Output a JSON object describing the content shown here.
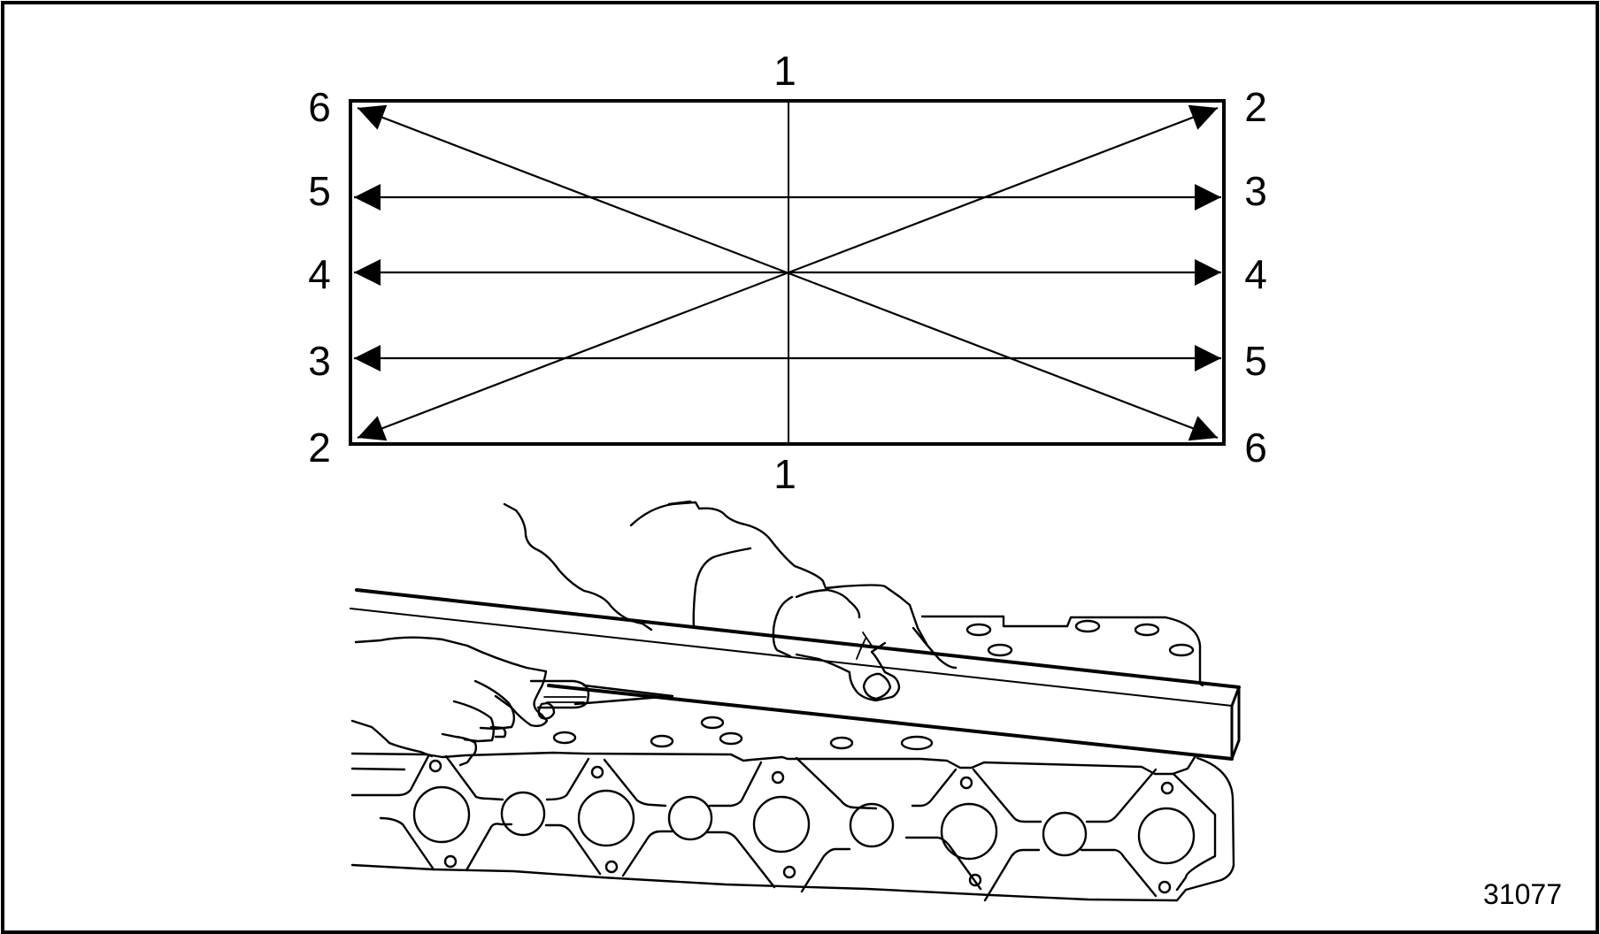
{
  "figure": {
    "number": "31077",
    "description": "Cylinder head flatness check pattern with straightedge and feeler gauge"
  },
  "pattern": {
    "top_label": "1",
    "bottom_label": "1",
    "left_labels": [
      "6",
      "5",
      "4",
      "3",
      "2"
    ],
    "right_labels": [
      "2",
      "3",
      "4",
      "5",
      "6"
    ],
    "lines": [
      {
        "id": "1",
        "from": "top-center",
        "to": "bottom-center",
        "type": "vertical"
      },
      {
        "id": "2",
        "from": "bottom-left",
        "to": "top-right",
        "type": "diagonal-double-arrow"
      },
      {
        "id": "3",
        "from": "left-lower",
        "to": "right-upper",
        "type": "horizontal-double-arrow"
      },
      {
        "id": "4",
        "from": "left-middle",
        "to": "right-middle",
        "type": "horizontal-double-arrow"
      },
      {
        "id": "5",
        "from": "left-upper",
        "to": "right-lower",
        "type": "horizontal-double-arrow"
      },
      {
        "id": "6",
        "from": "top-left",
        "to": "bottom-right",
        "type": "diagonal-double-arrow"
      }
    ]
  },
  "illustration": {
    "subject": "hands holding straightedge across cylinder head with feeler gauge"
  },
  "colors": {
    "ink": "#000000",
    "paper": "#ffffff"
  }
}
